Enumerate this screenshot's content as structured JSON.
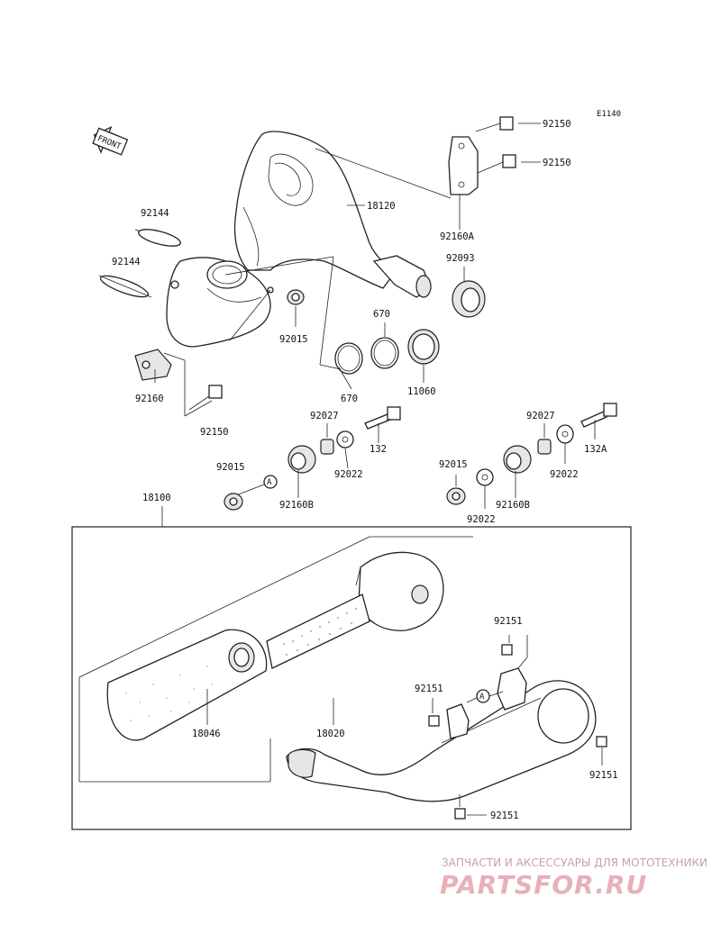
{
  "diagram_code": "E1140",
  "front_arrow_label": "FRONT",
  "callout_circle": "A",
  "parts": {
    "p92150_top": "92150",
    "p92150_mid": "92150",
    "p18120": "18120",
    "p92160A": "92160A",
    "p92093": "92093",
    "p92144_a": "92144",
    "p92144_b": "92144",
    "p92015_a": "92015",
    "p670_a": "670",
    "p670_b": "670",
    "p11060": "11060",
    "p92160": "92160",
    "p92150_bot": "92150",
    "p92027_a": "92027",
    "p132": "132",
    "p92022_a": "92022",
    "p92015_b": "92015",
    "p92160B_a": "92160B",
    "p92027_b": "92027",
    "p132A": "132A",
    "p92022_b": "92022",
    "p92015_c": "92015",
    "p92160B_b": "92160B",
    "p92022_c": "92022",
    "p18100": "18100",
    "p92151_a": "92151",
    "p92151_b": "92151",
    "p18046": "18046",
    "p18020": "18020",
    "p92151_c": "92151",
    "p92151_d": "92151"
  },
  "watermark": {
    "tagline": "ЗАПЧАСТИ И АКСЕССУАРЫ ДЛЯ МОТОТЕХНИКИ",
    "logo": "PARTSFOR.RU"
  }
}
